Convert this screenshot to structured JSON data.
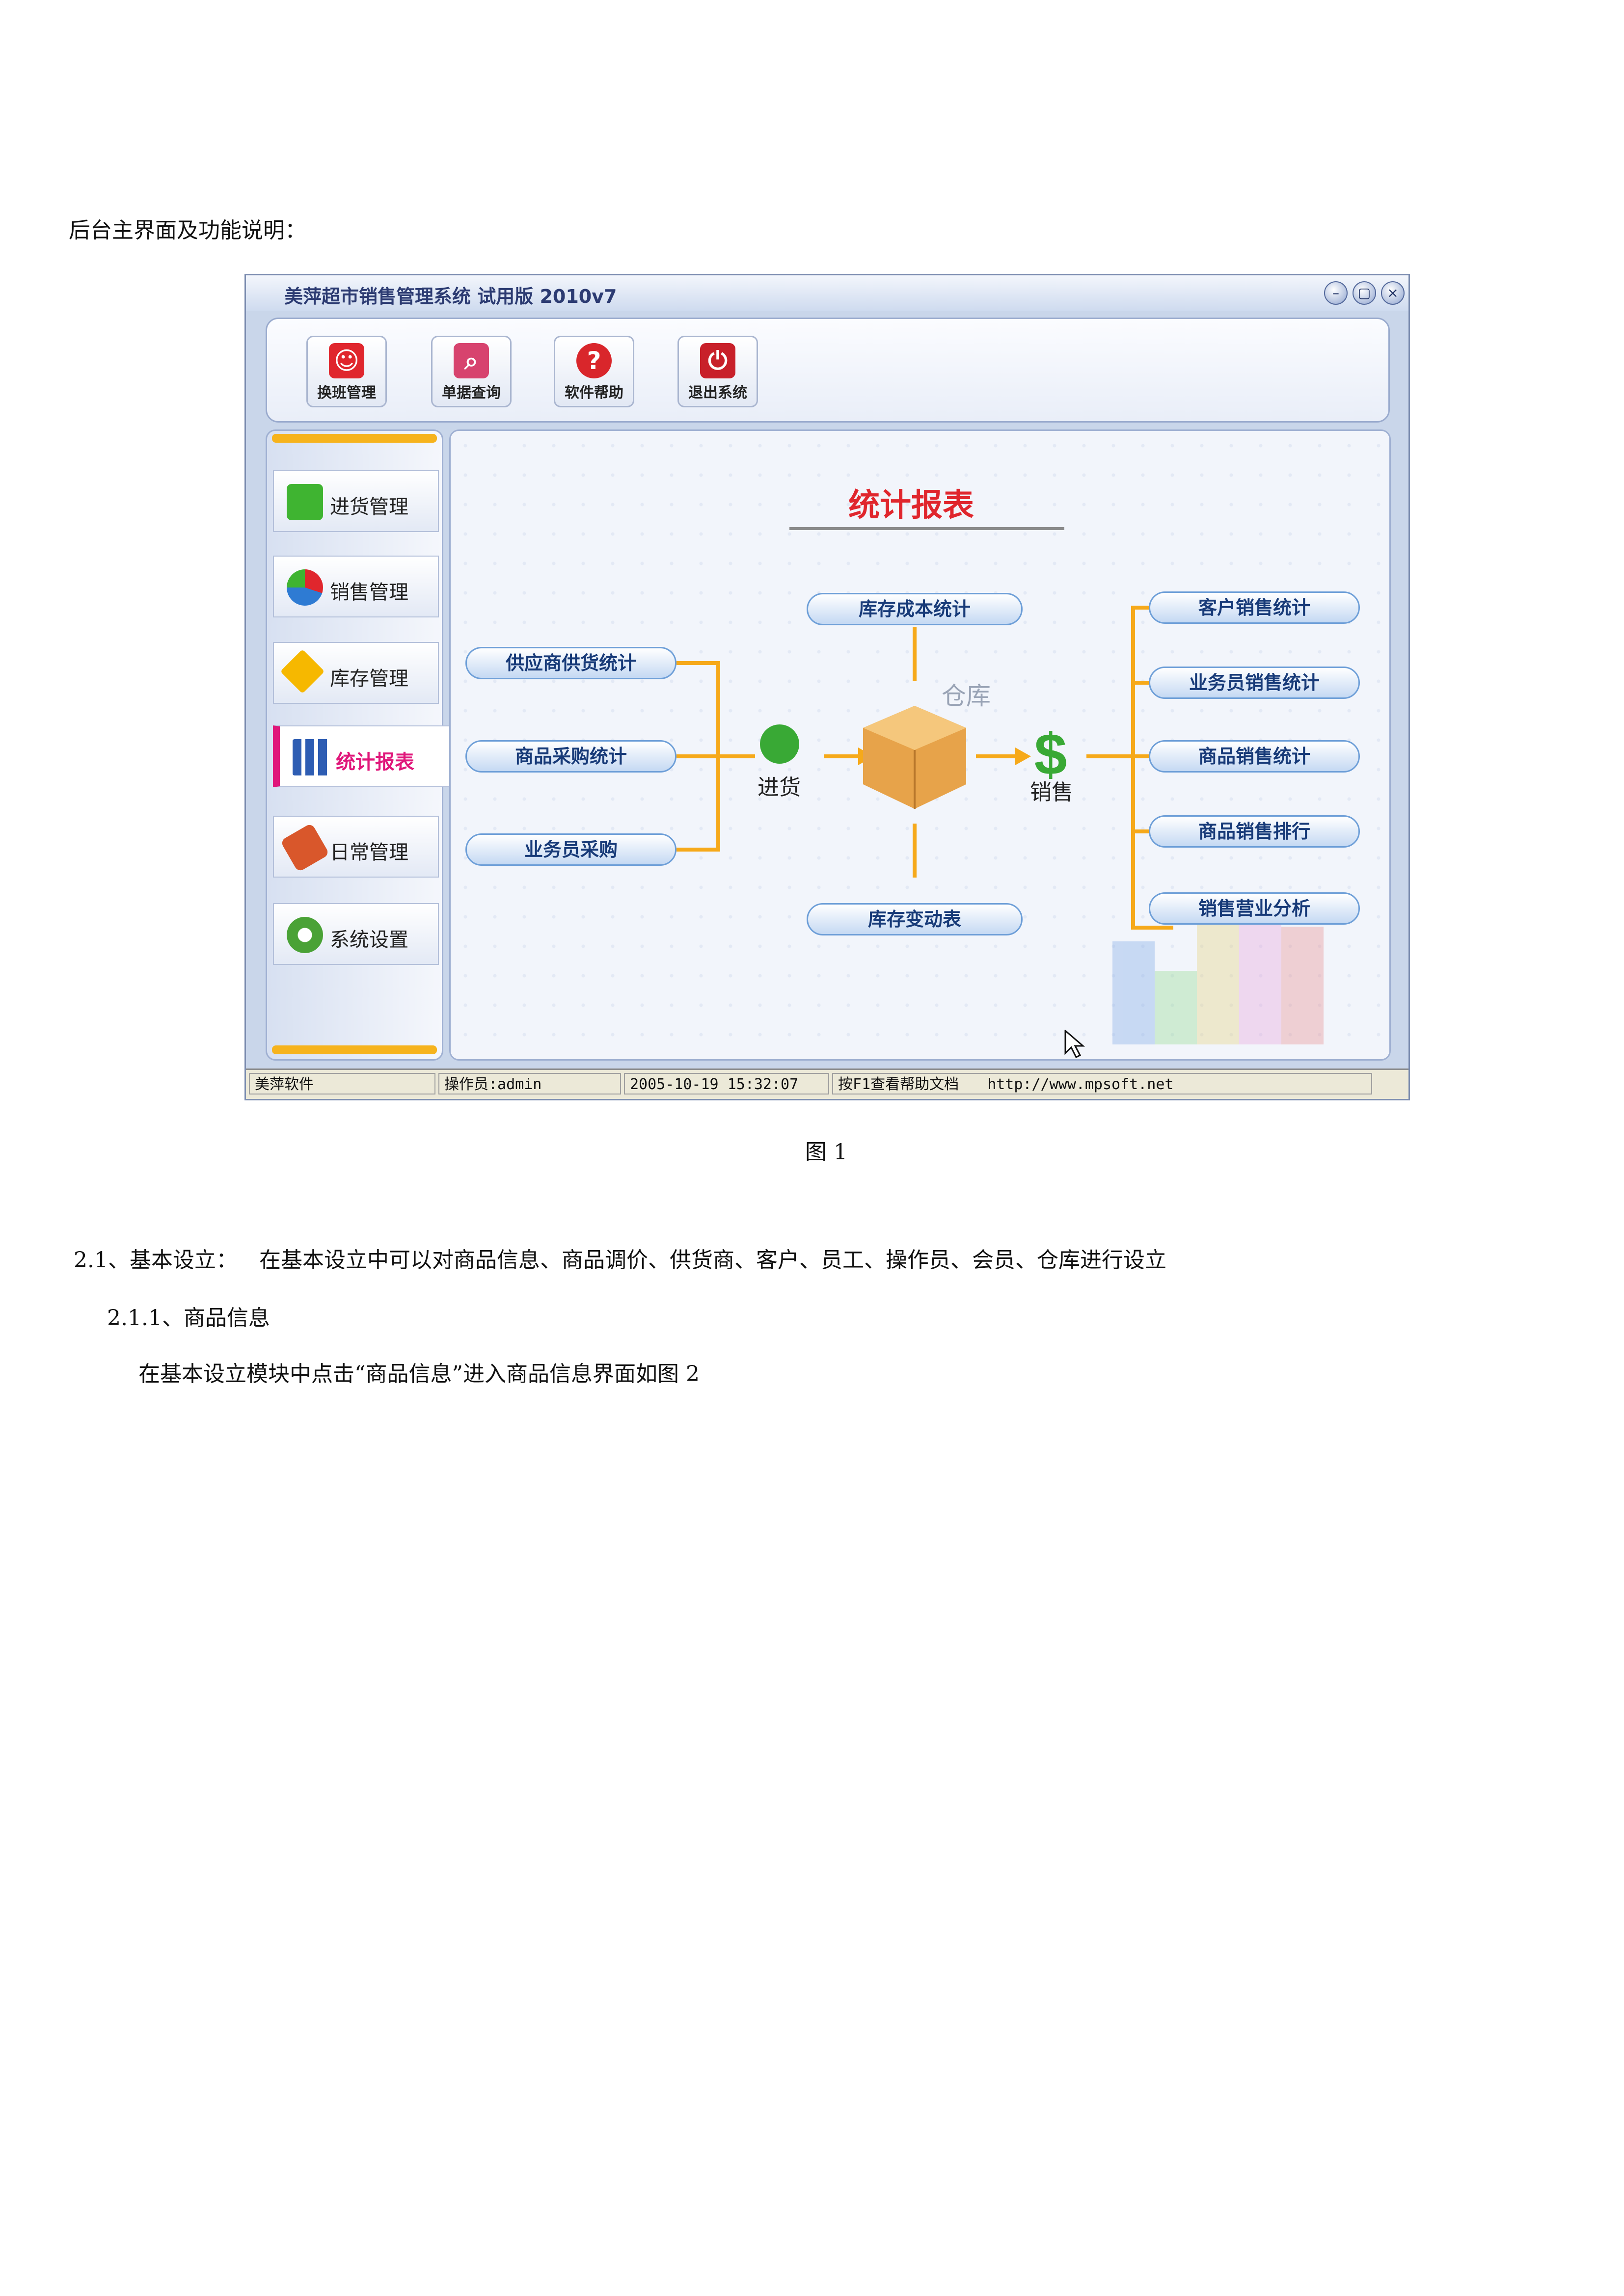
{
  "doc": {
    "intro": "后台主界面及功能说明：",
    "caption": "图 1",
    "section": "2.1、基本设立：",
    "section_desc": "在基本设立中可以对商品信息、商品调价、供货商、客户、员工、操作员、会员、仓库进行设立",
    "subsection": "2.1.1、商品信息",
    "body": "在基本设立模块中点击“商品信息”进入商品信息界面如图 2"
  },
  "app": {
    "title": "美萍超市销售管理系统 试用版 2010v7",
    "window_buttons": [
      "minimize-icon",
      "restore-icon",
      "close-icon"
    ],
    "toolbar": [
      {
        "label": "换班管理",
        "icon": "user-icon",
        "color": "#e0262d"
      },
      {
        "label": "单据查询",
        "icon": "magnifier-icon",
        "color": "#d7436e"
      },
      {
        "label": "软件帮助",
        "icon": "help-icon",
        "color": "#d9262b"
      },
      {
        "label": "退出系统",
        "icon": "power-icon",
        "color": "#c8202a"
      }
    ],
    "sidebar": [
      {
        "label": "进货管理",
        "icon": "plus-icon",
        "color": "#3fb431"
      },
      {
        "label": "销售管理",
        "icon": "pie-icon",
        "color": "#2e7bd3"
      },
      {
        "label": "库存管理",
        "icon": "star-icon",
        "color": "#f6b800"
      },
      {
        "label": "统计报表",
        "icon": "bars-icon",
        "color": "#2e5db3",
        "active": true
      },
      {
        "label": "日常管理",
        "icon": "brush-icon",
        "color": "#d9572b"
      },
      {
        "label": "系统设置",
        "icon": "gear-icon",
        "color": "#4aa236"
      }
    ],
    "main": {
      "title": "统计报表",
      "left": [
        "供应商供货统计",
        "商品采购统计",
        "业务员采购"
      ],
      "center_top": "库存成本统计",
      "center_bottom": "库存变动表",
      "warehouse": "仓库",
      "purchase": "进货",
      "sales": "销售",
      "right": [
        "客户销售统计",
        "业务员销售统计",
        "商品销售统计",
        "商品销售排行",
        "销售营业分析"
      ],
      "accent": "#f6a91a"
    },
    "status": {
      "company": "美萍软件",
      "operator": "操作员:admin",
      "datetime": "2005-10-19 15:32:07",
      "help": "按F1查看帮助文档",
      "url": "http://www.mpsoft.net"
    }
  }
}
